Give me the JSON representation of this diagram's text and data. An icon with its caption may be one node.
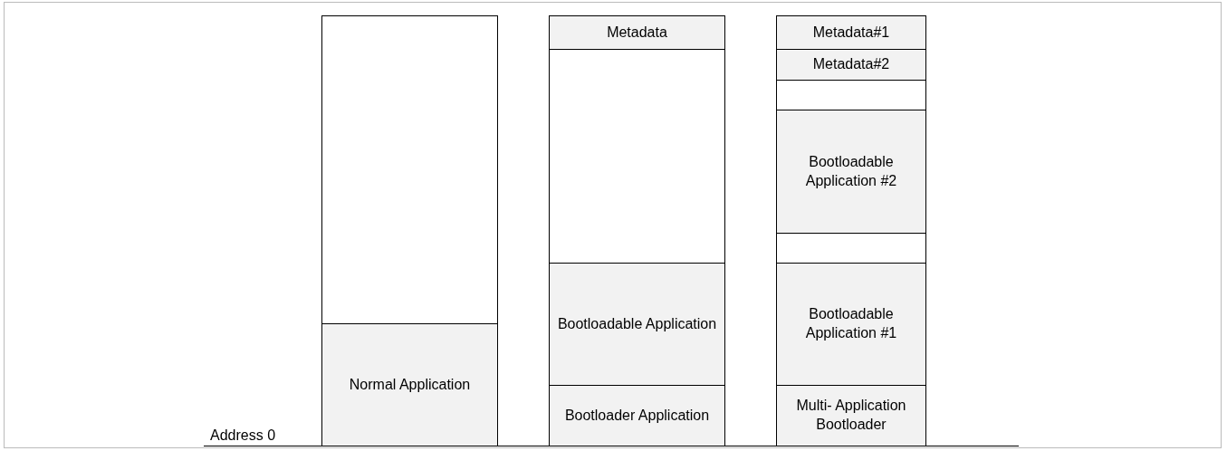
{
  "diagram": {
    "nodes": [
      {
        "text": [],
        "shape": "box"
      },
      {
        "text": [
          "Normal Application"
        ]
      },
      {
        "text": [
          "Metadata"
        ]
      },
      {
        "text": [],
        "shape": "box"
      },
      {
        "text": [
          "Bootloadable Application"
        ]
      },
      {
        "text": [
          "Bootloader Application"
        ]
      },
      {
        "text": [
          "Metadata#1"
        ]
      },
      {
        "text": [
          "Metadata#2"
        ]
      },
      {
        "text": [],
        "shape": "box"
      },
      {
        "text": [
          "Bootloadable Application #2"
        ]
      },
      {
        "text": [],
        "shape": "box"
      },
      {
        "text": [
          "Bootloadable Application #1"
        ]
      },
      {
        "text": [
          "Multi- Application Bootloader"
        ]
      }
    ],
    "labels": [
      "Address 0"
    ]
  }
}
